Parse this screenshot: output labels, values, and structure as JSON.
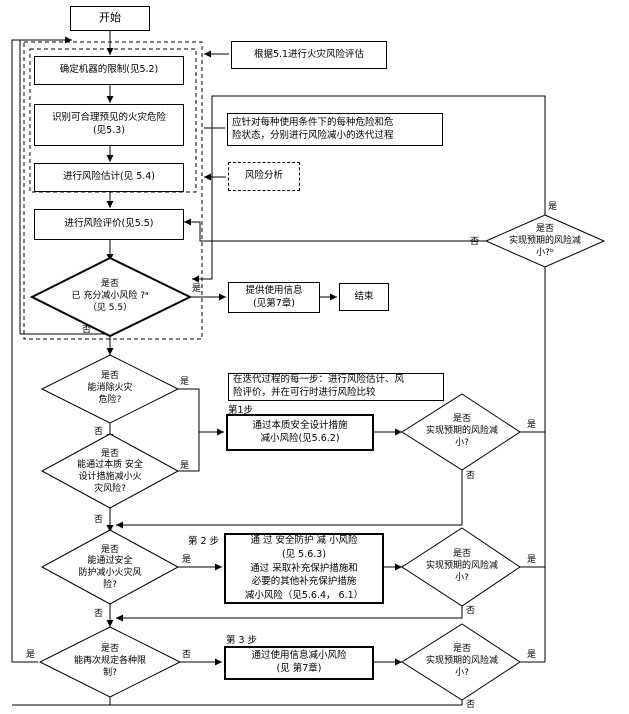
{
  "flowchart": {
    "start": "开始",
    "nodes": {
      "limits": "确定机器的限制(见5.2)",
      "identify": "识别可合理预见的火灾危险\n(见5.3)",
      "estimate": "进行风险估计(见  5.4)",
      "evaluate": "进行风险评价(见5.5)",
      "adequate": "是否\n已 充分减小风险 ?ᵃ\n（见 5.5）",
      "info": "提供使用信息\n(见第7章)",
      "end": "结束",
      "eliminate": "是否\n能消除火灾\n危险?",
      "inherent_q": "是否\n能通过本质 安全\n设计措施减小火\n灾风险?",
      "step1_box": "通过本质安全设计措施\n减小风险(见5.6.2)",
      "guard_q": "是否\n能通过安全\n防护减小火灾风\n险?",
      "step2_box": "通 过 安全防护 减 小风险\n(见 5.6.3)\n通过 采取补充保护措施和\n必要的其他补充保护措施\n减小风险（见5.6.4， 6.1）",
      "respec_q": "是否\n能再次规定各种限\n制?",
      "step3_box": "通过使用信息减小风险\n(见  第7章)",
      "achieved_top": "是否\n实现预期的风险减\n小?ᵇ",
      "achieved_1": "是否\n实现预期的风险减\n小?",
      "achieved_2": "是否\n实现预期的风险减\n小?",
      "achieved_3": "是否\n实现预期的风险减\n小?"
    },
    "notes": {
      "assess": "根据5.1进行火灾风险评估",
      "iterative": "应针对每种使用条件下的每种危险和危\n险状态，分别进行风险减小的迭代过程",
      "risk_analysis": "风险分析",
      "iteration_each": "在迭代过程的每一步：进行风险估计、风\n险评价，并在可行时进行风险比较"
    },
    "steps": {
      "s1": "第1步",
      "s2": "第 2 步",
      "s3": "第 3 步"
    },
    "labels": {
      "yes": "是",
      "no": "否"
    }
  }
}
